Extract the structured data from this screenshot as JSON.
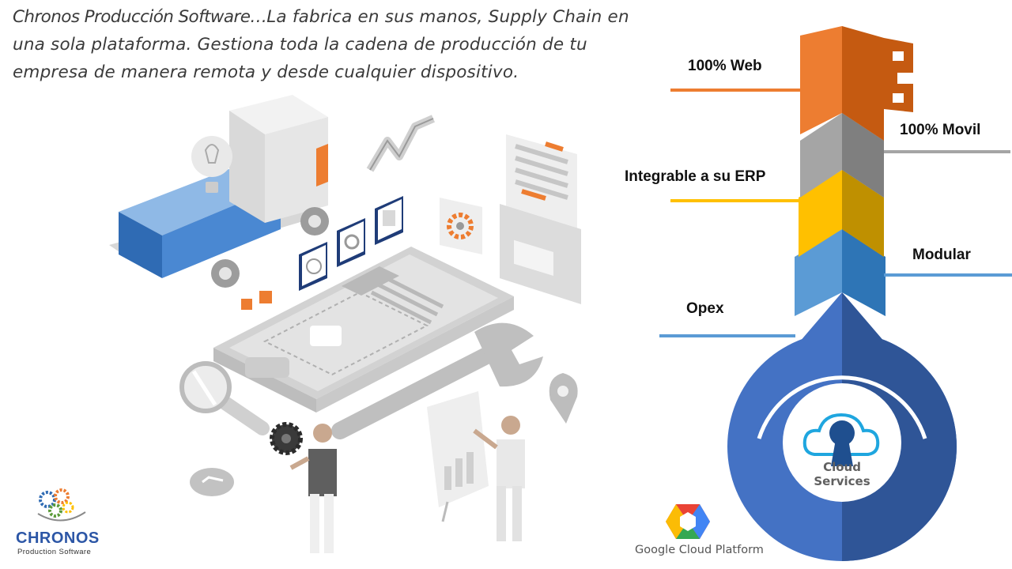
{
  "headline": {
    "lead": "Chronos Producción Software…",
    "rest": "La fabrica en sus manos, Supply Chain en una sola plataforma. Gestiona toda la cadena de producción de tu empresa de manera remota y desde cualquier dispositivo."
  },
  "features": {
    "web": "100% Web",
    "movil": "100% Movil",
    "erp": "Integrable a su ERP",
    "modular": "Modular",
    "opex": "Opex"
  },
  "key": {
    "cloud_label": "Cloud Services",
    "colors": {
      "orange": "#ED7D31",
      "gray": "#A5A5A5",
      "yellow": "#FFC000",
      "light_blue": "#5B9BD5",
      "blue": "#4472C4"
    }
  },
  "logo": {
    "name": "CHRONOS",
    "subtitle": "Production Software"
  },
  "partner": {
    "name": "Google Cloud Platform"
  }
}
